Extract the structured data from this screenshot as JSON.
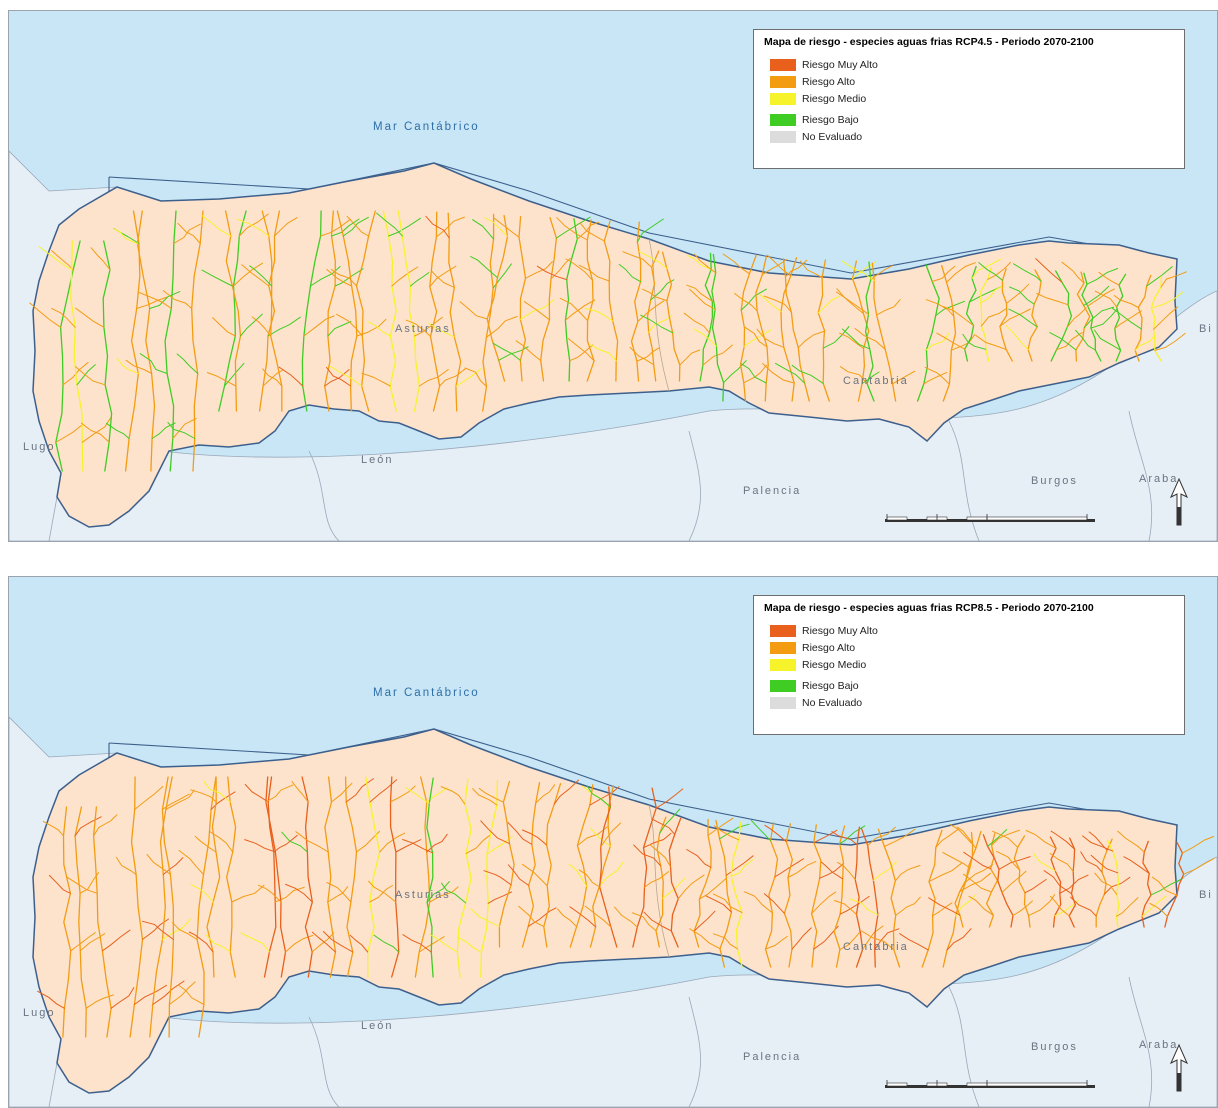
{
  "maps": [
    {
      "title": "Mapa de riesgo - especies aguas frias RCP4.5 - Periodo 2070-2100",
      "scenario": "RCP4.5",
      "river_mix": {
        "red": 0.02,
        "orange": 0.58,
        "yellow": 0.14,
        "green": 0.26
      }
    },
    {
      "title": "Mapa de riesgo - especies aguas frias RCP8.5 - Periodo 2070-2100",
      "scenario": "RCP8.5",
      "river_mix": {
        "red": 0.36,
        "orange": 0.48,
        "yellow": 0.11,
        "green": 0.05
      }
    }
  ],
  "legend": [
    {
      "label": "Riesgo Muy Alto",
      "color": "#e8601c"
    },
    {
      "label": "Riesgo Alto",
      "color": "#f39c12"
    },
    {
      "label": "Riesgo Medio",
      "color": "#f7f32a"
    },
    {
      "label": "Riesgo Bajo",
      "color": "#3fcc23"
    },
    {
      "label": "No Evaluado",
      "color": "#dcdcdc"
    }
  ],
  "places": {
    "sea": "Mar Cantábrico",
    "asturias": "Asturias",
    "cantabria": "Cantabria",
    "lugo": "Lugo",
    "leon": "León",
    "palencia": "Palencia",
    "burgos": "Burgos",
    "araba": "Araba",
    "bi": "Bi"
  },
  "colors": {
    "sea": "#c8e6f5",
    "land_outside": "#e6eef6",
    "region_fill": "#fde3cc",
    "boundary": "#3d5f8c"
  }
}
